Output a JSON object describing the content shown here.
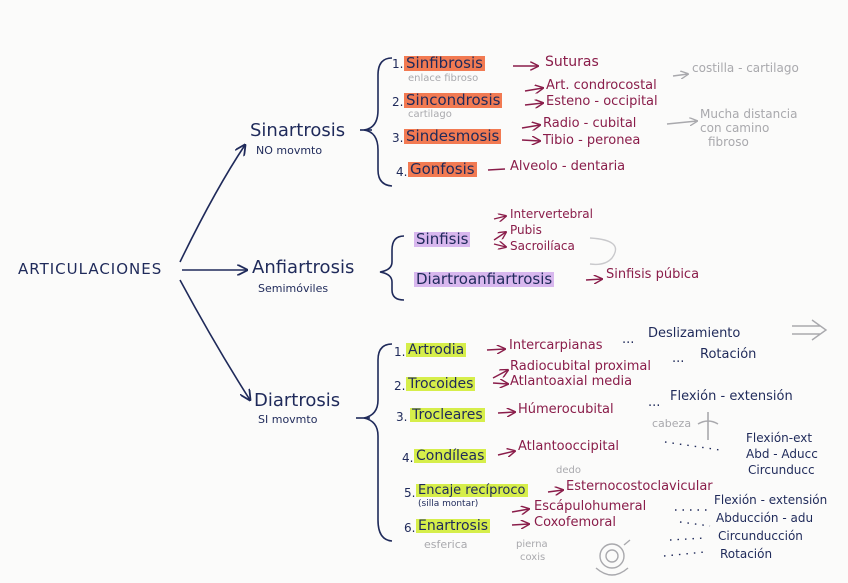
{
  "root": "ARTICULACIONES",
  "groups": {
    "sinartrosis": {
      "title": "Sinartrosis",
      "note": "NO movmto",
      "items": [
        {
          "num": "1.",
          "name": "Sinfibrosis",
          "sub": "enlace fibroso",
          "examples": [
            "Suturas"
          ]
        },
        {
          "num": "2.",
          "name": "Sincondrosis",
          "sub": "cartilago",
          "examples": [
            "Art. condrocostal",
            "Esteno - occipital"
          ],
          "aside": "costilla - cartilago"
        },
        {
          "num": "3.",
          "name": "Sindesmosis",
          "examples": [
            "Radio - cubital",
            "Tibio - peronea"
          ],
          "aside": [
            "Mucha distancia",
            "con camino",
            "fibroso"
          ]
        },
        {
          "num": "4.",
          "name": "Gonfosis",
          "examples": [
            "Alveolo - dentaria"
          ]
        }
      ]
    },
    "anfiartrosis": {
      "title": "Anfiartrosis",
      "note": "Semimóviles",
      "items": [
        {
          "name": "Sinfisis",
          "examples": [
            "Intervertebral",
            "Pubis",
            "Sacroilíaca"
          ]
        },
        {
          "name": "Diartroanfiartrosis",
          "examples": [
            "Sinfisis púbica"
          ]
        }
      ]
    },
    "diartrosis": {
      "title": "Diartrosis",
      "note": "SI movmto",
      "items": [
        {
          "num": "1.",
          "name": "Artrodia",
          "examples": [
            "Intercarpianas"
          ],
          "movement": "Deslizamiento"
        },
        {
          "num": "2.",
          "name": "Trocoides",
          "examples": [
            "Radiocubital proximal",
            "Atlantoaxial media"
          ],
          "movement": "Rotación"
        },
        {
          "num": "3.",
          "name": "Trocleares",
          "examples": [
            "Húmerocubital"
          ],
          "movement": "Flexión - extensión",
          "aside": "cabeza"
        },
        {
          "num": "4.",
          "name": "Condíleas",
          "examples": [
            "Atlantooccipital"
          ],
          "movement": [
            "Flexión-ext",
            "Abd - Aducc",
            "Circunducc"
          ]
        },
        {
          "num": "5.",
          "name": "Encaje recíproco",
          "sub": "(silla montar)",
          "examples": [
            "Esternocostoclavicular"
          ],
          "aside": "dedo"
        },
        {
          "num": "6.",
          "name": "Enartrosis",
          "sub": "esferica",
          "examples": [
            "Escápulohumeral",
            "Coxofemoral"
          ],
          "movement": [
            "Flexión - extensión",
            "Abducción - adu",
            "Circunducción",
            "Rotación"
          ],
          "aside": [
            "pierna",
            "coxis"
          ]
        }
      ]
    }
  }
}
